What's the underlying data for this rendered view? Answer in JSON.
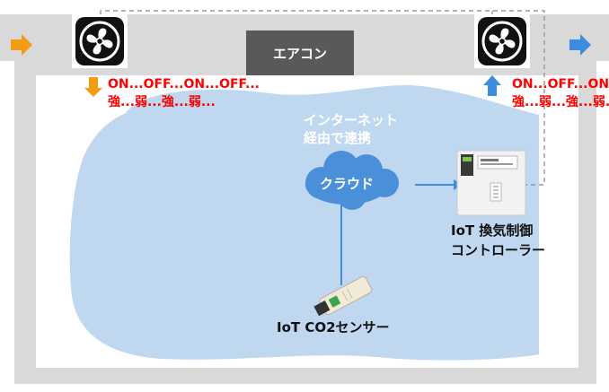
{
  "aircon": {
    "label": "エアコン"
  },
  "fan_left": {
    "status_line1": "ON...OFF...ON...OFF...",
    "status_line2": "強...弱...強...弱..."
  },
  "fan_right": {
    "status_line1": "ON...OFF...ON...OFF...",
    "status_line2": "強...弱...強...弱..."
  },
  "internet": {
    "line1": "インターネット",
    "line2": "経由で連携"
  },
  "cloud": {
    "label": "クラウド"
  },
  "controller": {
    "line1": "IoT 換気制御",
    "line2": "コントローラー"
  },
  "sensor": {
    "label": "IoT CO2センサー"
  },
  "colors": {
    "cloud_zone": "#bfd7ef",
    "cloud": "#4a90d9",
    "arrow_in": "#f39c12",
    "arrow_out": "#3c8dde",
    "status": "#ff0000",
    "aircon": "#595959"
  },
  "icons": [
    "fan-icon",
    "cloud-icon",
    "controller-device-icon",
    "co2-sensor-icon",
    "arrow-icon"
  ]
}
